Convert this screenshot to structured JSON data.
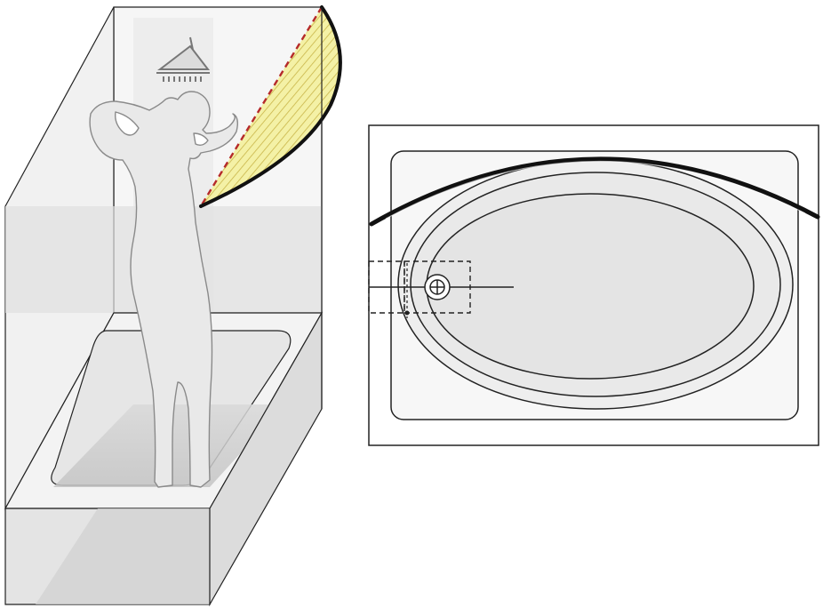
{
  "figure": {
    "panels": [
      {
        "id": "perspective",
        "view": "3d-perspective",
        "subject": "bathtub-with-curved-shower-screen"
      },
      {
        "id": "plan",
        "view": "top-plan",
        "subject": "oval-bathtub-with-curved-rail"
      }
    ],
    "colors": {
      "outline": "#222222",
      "rail": "#111111",
      "screen_glass_light": "#f2f2f2",
      "screen_glass_mid": "#e2e2e2",
      "floor_shadow": "#c8c8c8",
      "hatch_fill": "#f4f1a6",
      "hatch_line": "#c9b548",
      "dashed_chord": "#b52a2a",
      "figure_fill": "#e8e8e8",
      "figure_stroke": "#8a8a8a"
    },
    "icons": {
      "shower_head": "shower-head-icon",
      "drain": "drain-icon"
    }
  }
}
